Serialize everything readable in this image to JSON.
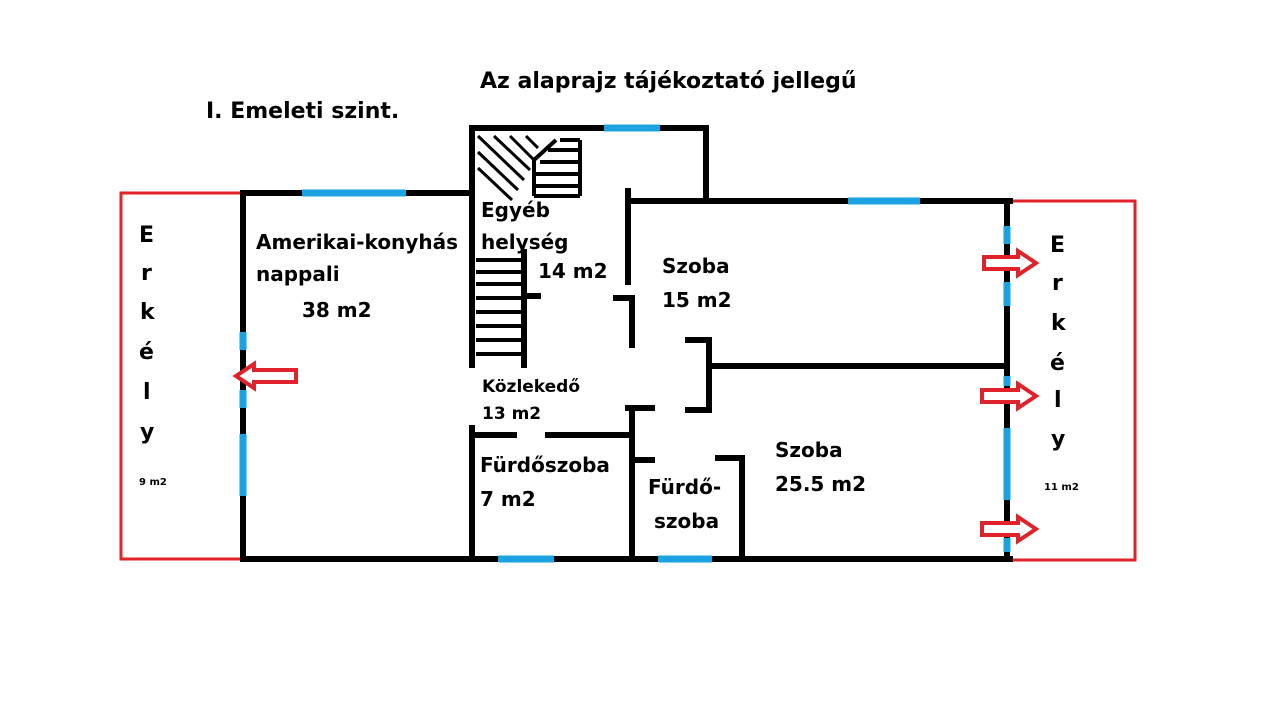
{
  "title": "Az alaprajz tájékoztató jellegű",
  "level": "I. Emeleti szint.",
  "rooms": {
    "living_name_1": "Amerikai-konyhás",
    "living_name_2": "nappali",
    "living_area": "38 m2",
    "other_name_1": "Egyéb",
    "other_name_2": "helység",
    "other_area": "14 m2",
    "room1_name": "Szoba",
    "room1_area": "15 m2",
    "hall_name": "Közlekedő",
    "hall_area": "13 m2",
    "bath1_name": "Fürdőszoba",
    "bath1_area": "7 m2",
    "bath2_name_1": "Fürdő-",
    "bath2_name_2": "szoba",
    "room2_name": "Szoba",
    "room2_area": "25.5 m2"
  },
  "balcony_left": {
    "letters": [
      "E",
      "r",
      "k",
      "é",
      "l",
      "y"
    ],
    "area": "9 m2"
  },
  "balcony_right": {
    "letters": [
      "E",
      "r",
      "k",
      "é",
      "l",
      "y"
    ],
    "area": "11 m2"
  },
  "colors": {
    "wall": "#000000",
    "window": "#1aa3e0",
    "balcony": "#e0222b",
    "arrow": "#e0222b"
  }
}
